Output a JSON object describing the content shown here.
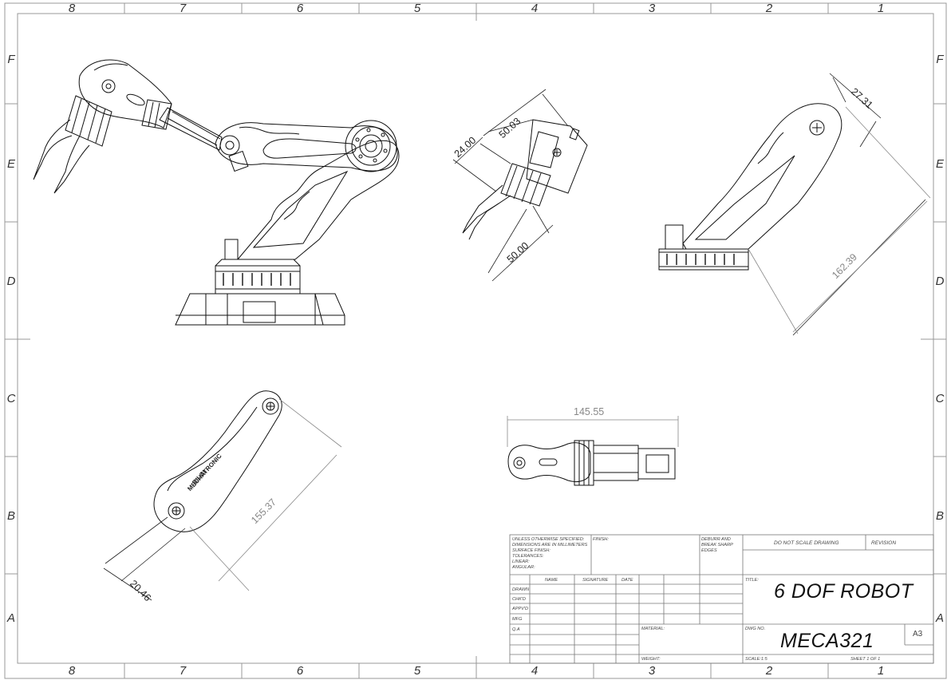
{
  "zones": {
    "columns": [
      "8",
      "7",
      "6",
      "5",
      "4",
      "3",
      "2",
      "1"
    ],
    "rows": [
      "F",
      "E",
      "D",
      "C",
      "B",
      "A"
    ]
  },
  "dimensions": {
    "gripper_width": "24.00",
    "gripper_depth": "50.03",
    "gripper_length": "50.00",
    "forearm_width": "27.31",
    "forearm_length": "162.39",
    "wrist_length": "145.55",
    "upper_arm_length": "155.37",
    "upper_arm_width": "20.46"
  },
  "engraving": {
    "line1": "BILGI",
    "line2": "MECHATRONIC"
  },
  "title_block": {
    "notes": [
      "UNLESS OTHERWISE SPECIFIED:",
      "DIMENSIONS ARE IN MILLIMETERS",
      "SURFACE FINISH:",
      "TOLERANCES:",
      "   LINEAR:",
      "   ANGULAR:"
    ],
    "finish_label": "FINISH:",
    "deburr": [
      "DEBURR AND",
      "BREAK SHARP",
      "EDGES"
    ],
    "do_not_scale": "DO NOT SCALE DRAWING",
    "revision_label": "REVISION",
    "col_name": "NAME",
    "col_signature": "SIGNATURE",
    "col_date": "DATE",
    "rows": [
      "DRAWN",
      "CHK'D",
      "APPV'D",
      "MFG",
      "Q.A"
    ],
    "material_label": "MATERIAL:",
    "weight_label": "WEIGHT:",
    "title_label": "TITLE:",
    "title": "6 DOF ROBOT",
    "dwg_no_label": "DWG NO.",
    "dwg_no": "MECA321",
    "size": "A3",
    "scale": "SCALE:1:5",
    "sheet": "SHEET 1 OF 1"
  }
}
